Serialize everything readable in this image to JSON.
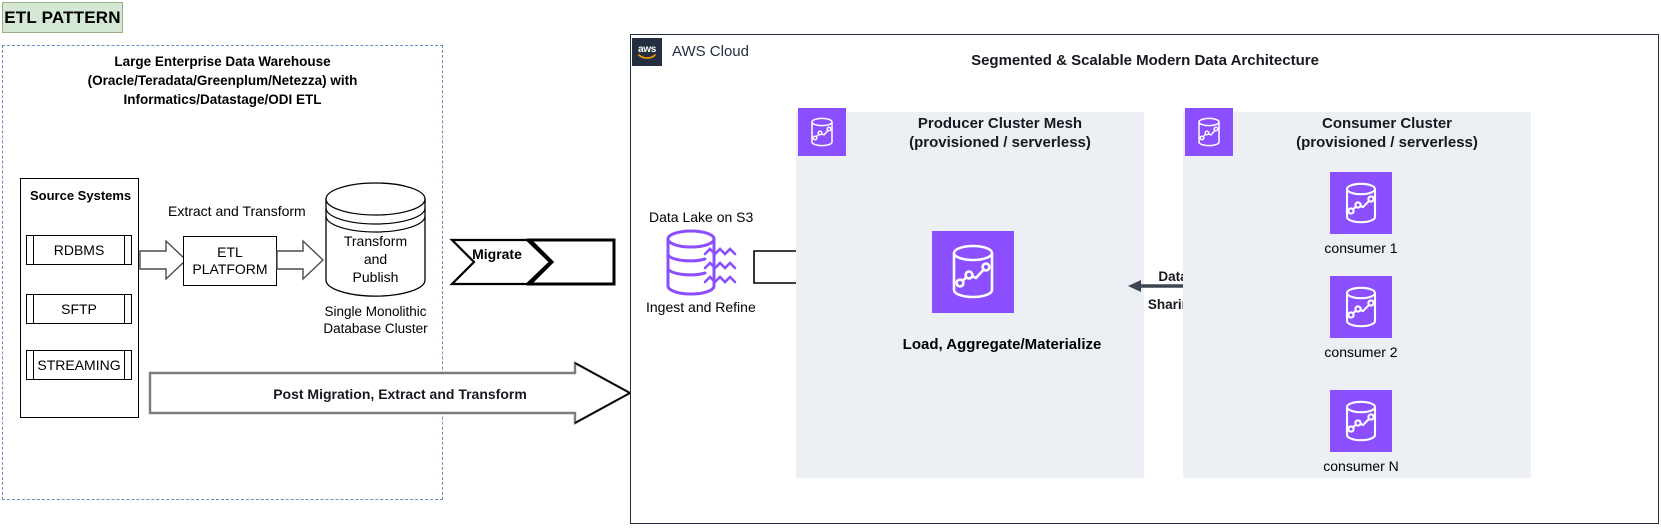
{
  "badge": {
    "label": "ETL PATTERN",
    "fill": "#d5e8d4",
    "border": "#9ab089"
  },
  "legacy": {
    "title": "Large Enterprise Data Warehouse\n(Oracle/Teradata/Greenplum/Netezza) with\nInformatics/Datastage/ODI ETL",
    "title_line1": "Large Enterprise Data Warehouse",
    "title_line2": "(Oracle/Teradata/Greenplum/Netezza) with",
    "title_line3": "Informatics/Datastage/ODI ETL",
    "source_systems": {
      "title": "Source Systems",
      "items": [
        "RDBMS",
        "SFTP",
        "STREAMING"
      ]
    },
    "extract_label": "Extract and Transform",
    "etl_platform": {
      "line1": "ETL",
      "line2": "PLATFORM"
    },
    "monolith": {
      "text_line1": "Transform",
      "text_line2": "and",
      "text_line3": "Publish",
      "caption_line1": "Single Monolithic",
      "caption_line2": "Database Cluster"
    },
    "migrate_label": "Migrate",
    "post_migration_label": "Post Migration, Extract and Transform"
  },
  "aws": {
    "logo_text": "aws",
    "cloud_label": "AWS Cloud",
    "frame_color": "#232f3e",
    "architecture_title": "Segmented & Scalable Modern Data Architecture",
    "data_lake": {
      "title": "Data Lake on S3",
      "caption": "Ingest and Refine",
      "icon": "s3-data-lake-icon",
      "color": "#8c4fff"
    },
    "producer": {
      "title_line1": "Producer Cluster Mesh",
      "title_line2": "(provisioned / serverless)",
      "caption": "Load, Aggregate/Materialize",
      "icon": "redshift-cluster-icon",
      "panel_fill": "#eceff3",
      "accent": "#8c4fff"
    },
    "consumer": {
      "title_line1": "Consumer Cluster",
      "title_line2": "(provisioned / serverless)",
      "icon": "redshift-cluster-icon",
      "items": [
        "consumer 1",
        "consumer 2",
        "consumer N"
      ],
      "panel_fill": "#eceff3",
      "accent": "#8c4fff"
    },
    "data_sharing": {
      "word_top": "Data",
      "word_bottom": "Sharing",
      "color": "#3d4551"
    }
  }
}
